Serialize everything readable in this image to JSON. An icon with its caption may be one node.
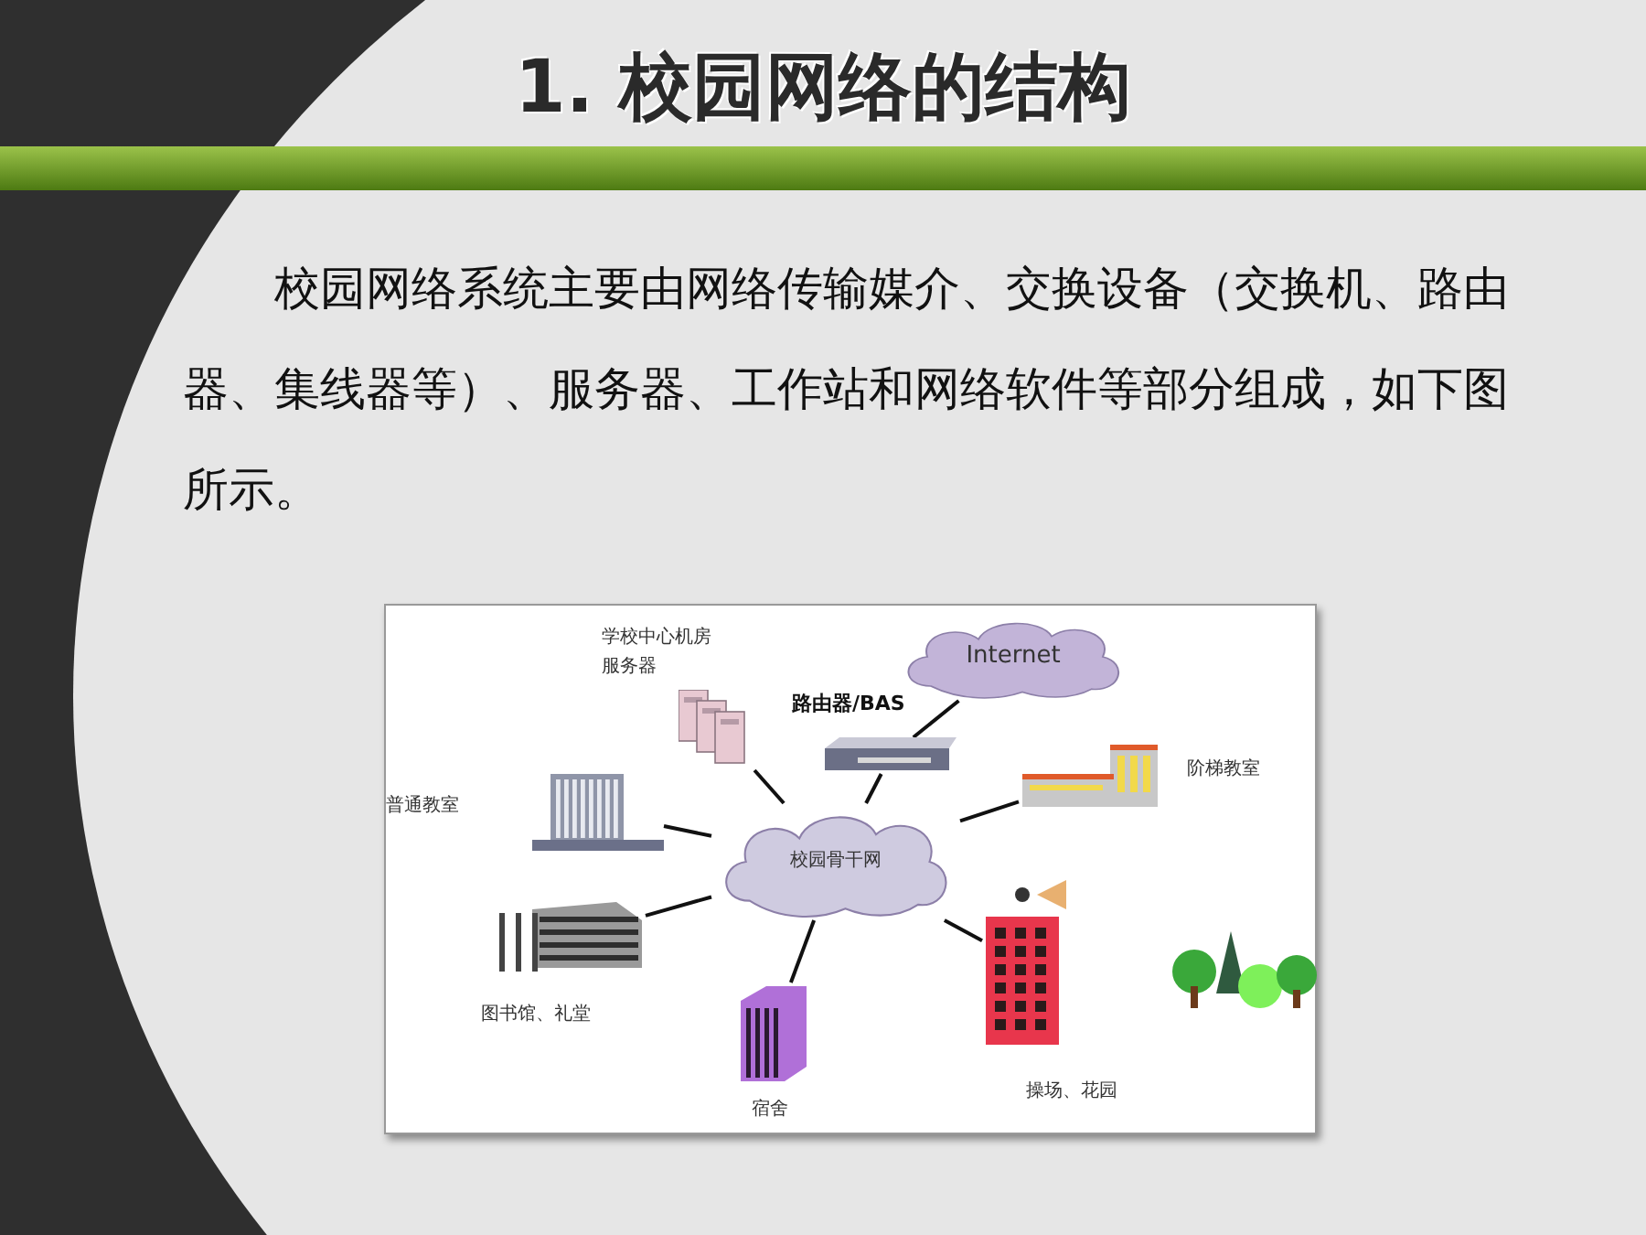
{
  "diagram": {
    "title": "1. 校园网络的结构",
    "nodes": [
      {
        "text": [
          "Internet"
        ]
      },
      {
        "text": [
          "路由器/BAS"
        ]
      },
      {
        "text": [
          "学校中心机房服务器"
        ]
      },
      {
        "text": [
          "校园骨干网"
        ]
      },
      {
        "text": [
          "普通教室"
        ]
      },
      {
        "text": [
          "阶梯教室"
        ]
      },
      {
        "text": [
          "图书馆、礼堂"
        ]
      },
      {
        "text": [
          "宿舍"
        ]
      },
      {
        "text": [
          "操场、花园"
        ]
      }
    ],
    "edges": [
      {
        "from": 0,
        "to": 1,
        "arrow": "none"
      },
      {
        "from": 1,
        "to": 3,
        "arrow": "none"
      },
      {
        "from": 2,
        "to": 3,
        "arrow": "none"
      },
      {
        "from": 4,
        "to": 3,
        "arrow": "none"
      },
      {
        "from": 5,
        "to": 3,
        "arrow": "none"
      },
      {
        "from": 6,
        "to": 3,
        "arrow": "none"
      },
      {
        "from": 7,
        "to": 3,
        "arrow": "none"
      },
      {
        "from": 8,
        "to": 3,
        "arrow": "none"
      }
    ],
    "labels": [
      "校园网络系统主要由网络传输媒介、交换设备（交换机、路由器、集线器等）、服务器、工作站和网络软件等部分组成，如下图所示。"
    ]
  }
}
